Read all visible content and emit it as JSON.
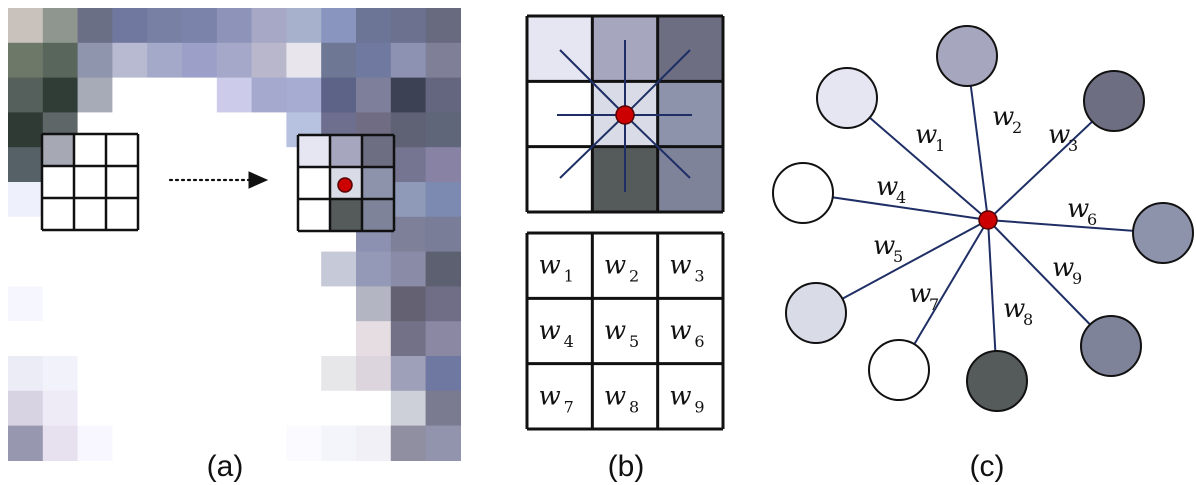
{
  "captions": {
    "a": "(a)",
    "b": "(b)",
    "c": "(c)"
  },
  "weights": [
    {
      "base": "w",
      "sub": "1"
    },
    {
      "base": "w",
      "sub": "2"
    },
    {
      "base": "w",
      "sub": "3"
    },
    {
      "base": "w",
      "sub": "4"
    },
    {
      "base": "w",
      "sub": "5"
    },
    {
      "base": "w",
      "sub": "6"
    },
    {
      "base": "w",
      "sub": "7"
    },
    {
      "base": "w",
      "sub": "8"
    },
    {
      "base": "w",
      "sub": "9"
    }
  ],
  "kernel_colors": [
    "#e6e6f2",
    "#a6a6bf",
    "#6e6e82",
    "#ffffff",
    "#d9dce6",
    "#8e93ac",
    "#ffffff",
    "#555b5b",
    "#7f8399"
  ],
  "colors": {
    "grid_line": "#111111",
    "connector_line": "#1f2f66",
    "center_dot": "#cc0000",
    "center_dot_stroke": "#550000",
    "arrow": "#111111"
  },
  "mosaic": {
    "cols": 13,
    "rows": 13,
    "pixels": [
      [
        "#c9c2bc",
        "#8f968f",
        "#6b6f85",
        "#7078a0",
        "#7880a4",
        "#7b83aa",
        "#8d93b9",
        "#a7a8c6",
        "#a7b1cc",
        "#8995bf",
        "#6d7596",
        "#6c7190",
        "#686a80"
      ],
      [
        "#6d7868",
        "#59665c",
        "#8f95ac",
        "#b7bad0",
        "#a4a9ca",
        "#9ca0c8",
        "#a5a8c8",
        "#b9b7cb",
        "#e8e5ec",
        "#6e7894",
        "#7079a0",
        "#8e92b2",
        "#7f8098"
      ],
      [
        "#55605c",
        "#2f3d36",
        "#a6abb7",
        "#ffffff",
        "#ffffff",
        "#ffffff",
        "#ccccea",
        "#a5a9ce",
        "#a7acd3",
        "#5c6386",
        "#7d7f9b",
        "#3d4154",
        "#646680"
      ],
      [
        "#2f3a34",
        "#5e6667",
        "#ffffff",
        "#ffffff",
        "#ffffff",
        "#ffffff",
        "#ffffff",
        "#ffffff",
        "#b6c2df",
        "#6e6f8e",
        "#706c84",
        "#5f6275",
        "#5f6679"
      ],
      [
        "#566167",
        "#ffffff",
        "#ffffff",
        "#ffffff",
        "#ffffff",
        "#ffffff",
        "#ffffff",
        "#ffffff",
        "#ffffff",
        "#8c8fae",
        "#72748f",
        "#757491",
        "#8883a5"
      ],
      [
        "#eef0fb",
        "#ffffff",
        "#ffffff",
        "#ffffff",
        "#ffffff",
        "#ffffff",
        "#ffffff",
        "#ffffff",
        "#ffffff",
        "#ffffff",
        "#8891b5",
        "#8e9ab8",
        "#7c89b0"
      ],
      [
        "#ffffff",
        "#ffffff",
        "#ffffff",
        "#ffffff",
        "#ffffff",
        "#ffffff",
        "#ffffff",
        "#ffffff",
        "#ffffff",
        "#ffffff",
        "#8c91b2",
        "#7e7f98",
        "#797d98"
      ],
      [
        "#ffffff",
        "#ffffff",
        "#ffffff",
        "#ffffff",
        "#ffffff",
        "#ffffff",
        "#ffffff",
        "#ffffff",
        "#ffffff",
        "#c6c9d8",
        "#9399b6",
        "#8a8ba6",
        "#5d6070"
      ],
      [
        "#f6f6ff",
        "#ffffff",
        "#ffffff",
        "#ffffff",
        "#ffffff",
        "#ffffff",
        "#ffffff",
        "#ffffff",
        "#ffffff",
        "#ffffff",
        "#b3b6c2",
        "#646173",
        "#6f6e86"
      ],
      [
        "#ffffff",
        "#ffffff",
        "#ffffff",
        "#ffffff",
        "#ffffff",
        "#ffffff",
        "#ffffff",
        "#ffffff",
        "#ffffff",
        "#ffffff",
        "#e6dde3",
        "#737187",
        "#8a88a2"
      ],
      [
        "#ececf7",
        "#f2f2fa",
        "#ffffff",
        "#ffffff",
        "#ffffff",
        "#ffffff",
        "#ffffff",
        "#ffffff",
        "#ffffff",
        "#e7e7e9",
        "#ddd5dd",
        "#9e9fb8",
        "#6f78a0"
      ],
      [
        "#d7d3e2",
        "#eeebf6",
        "#ffffff",
        "#ffffff",
        "#ffffff",
        "#ffffff",
        "#ffffff",
        "#ffffff",
        "#ffffff",
        "#ffffff",
        "#ffffff",
        "#cdcfd9",
        "#7a7b90"
      ],
      [
        "#9897b0",
        "#e7e1ef",
        "#f8f6fe",
        "#ffffff",
        "#ffffff",
        "#ffffff",
        "#ffffff",
        "#ffffff",
        "#fbfbff",
        "#f4f4fb",
        "#f1f0f6",
        "#8f8fa1",
        "#9194ac"
      ]
    ]
  },
  "graph_nodes": {
    "colors": [
      "#e6e6f2",
      "#a6a6bf",
      "#6e6e82",
      "#ffffff",
      "#d9dce6",
      "#8e93ac",
      "#ffffff",
      "#555b5b",
      "#7f8399"
    ]
  }
}
